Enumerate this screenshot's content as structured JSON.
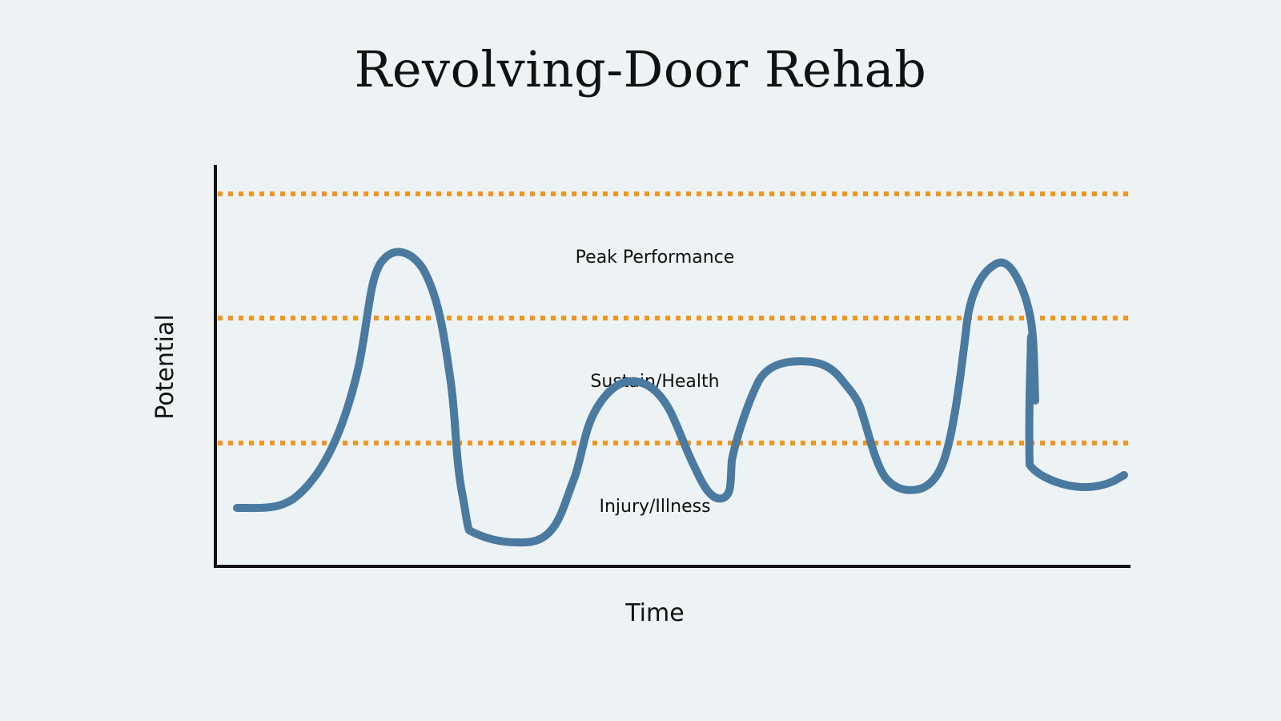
{
  "title": "Revolving-Door Rehab",
  "axes": {
    "x_label": "Time",
    "y_label": "Potential"
  },
  "zones": [
    {
      "label": "Peak Performance",
      "name": "zone-label-peak-performance"
    },
    {
      "label": "Sustain/Health",
      "name": "zone-label-sustain-health"
    },
    {
      "label": "Injury/Illness",
      "name": "zone-label-injury-illness"
    }
  ],
  "colors": {
    "background": "#edf2f5",
    "threshold_line": "#f0961e",
    "curve": "#4a7aa0",
    "axis": "#111111",
    "text": "#111111"
  }
}
